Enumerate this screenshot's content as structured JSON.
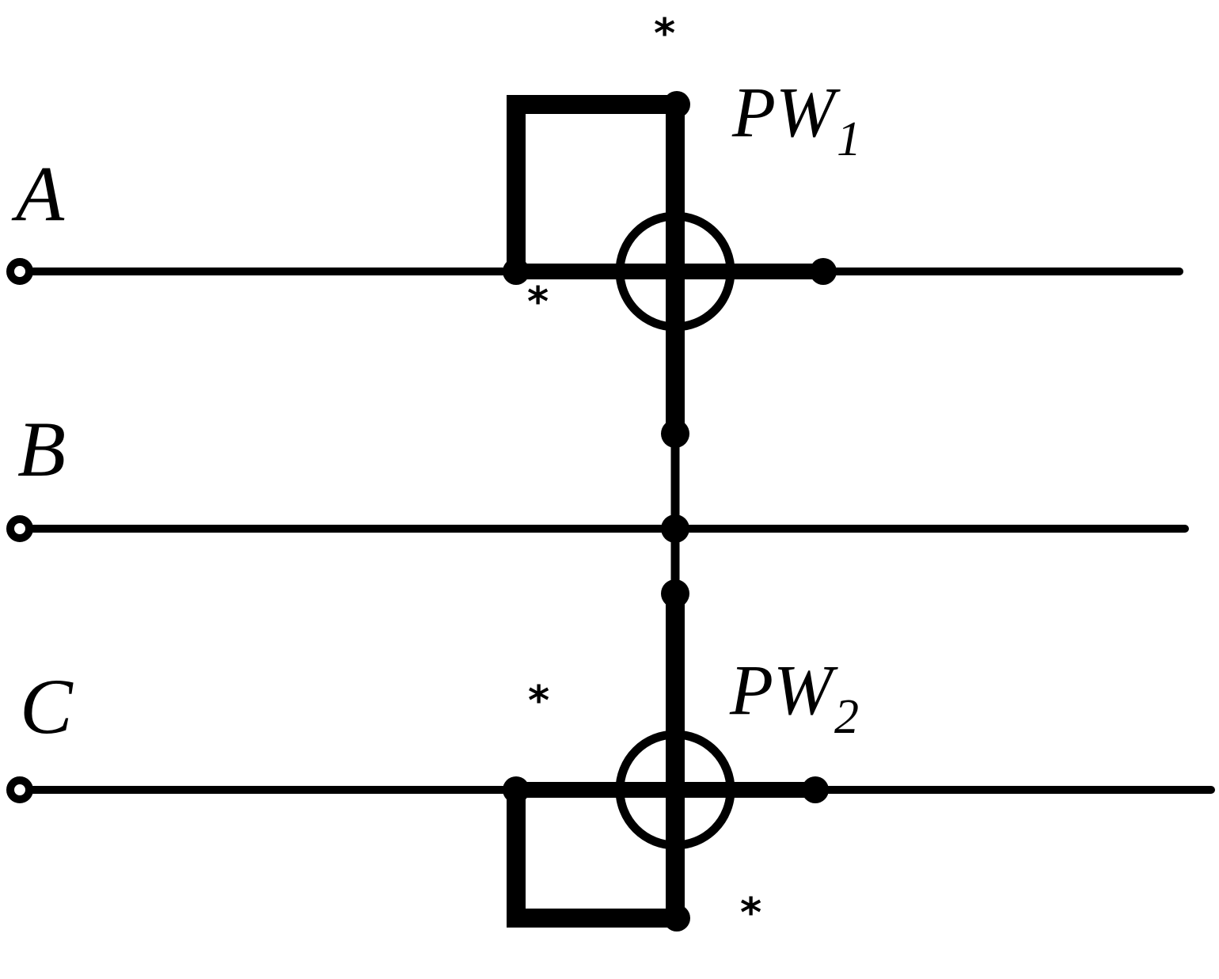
{
  "phases": [
    {
      "id": "A",
      "label": "A"
    },
    {
      "id": "B",
      "label": "B"
    },
    {
      "id": "C",
      "label": "C"
    }
  ],
  "wattmeters": [
    {
      "id": "PW1",
      "base": "PW",
      "sub": "1"
    },
    {
      "id": "PW2",
      "base": "PW",
      "sub": "2"
    }
  ],
  "polarity_mark": "*",
  "colors": {
    "line": "#000000",
    "background": "#ffffff"
  }
}
